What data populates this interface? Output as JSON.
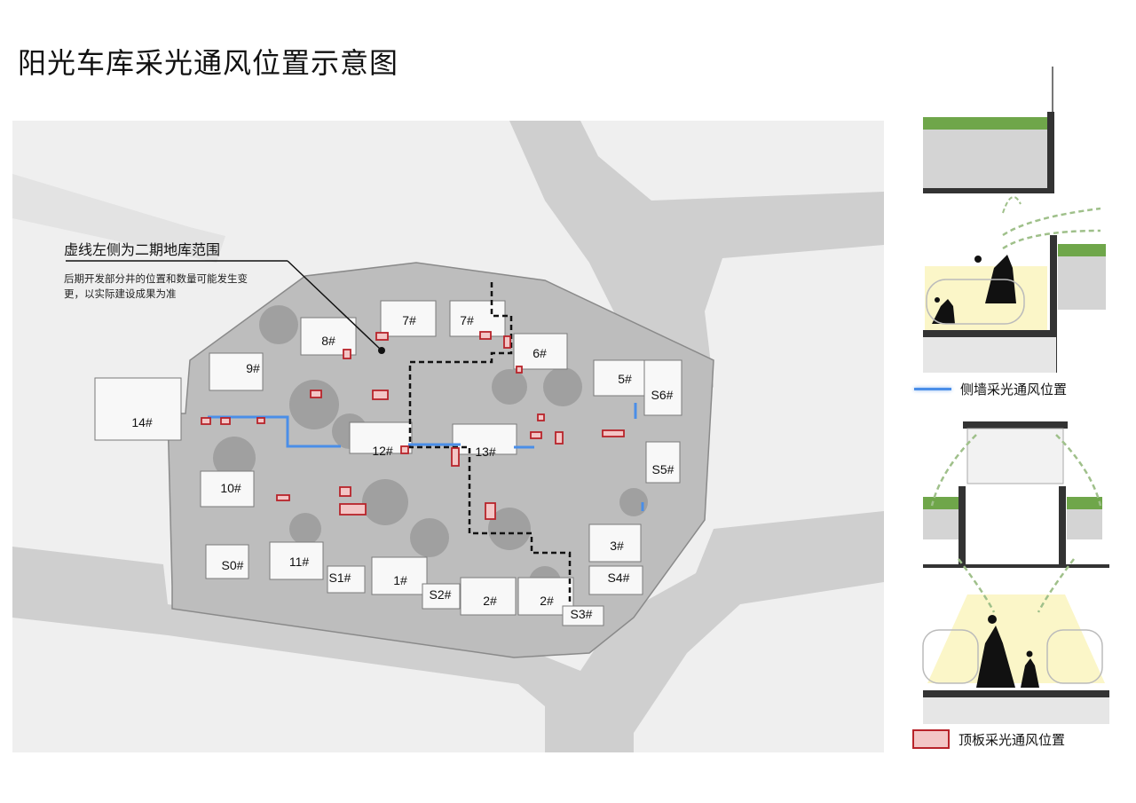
{
  "title": "阳光车库采光通风位置示意图",
  "note": {
    "title": "虚线左侧为二期地库范围",
    "body": "后期开发部分井的位置和数量可能发生变更，以实际建设成果为准"
  },
  "buildings": [
    {
      "id": "b-7a",
      "label": "7#"
    },
    {
      "id": "b-7b",
      "label": "7#"
    },
    {
      "id": "b-8",
      "label": "8#"
    },
    {
      "id": "b-6",
      "label": "6#"
    },
    {
      "id": "b-9",
      "label": "9#"
    },
    {
      "id": "b-5",
      "label": "5#"
    },
    {
      "id": "b-s6",
      "label": "S6#"
    },
    {
      "id": "b-14",
      "label": "14#"
    },
    {
      "id": "b-12",
      "label": "12#"
    },
    {
      "id": "b-13",
      "label": "13#"
    },
    {
      "id": "b-s5",
      "label": "S5#"
    },
    {
      "id": "b-10",
      "label": "10#"
    },
    {
      "id": "b-3",
      "label": "3#"
    },
    {
      "id": "b-s0",
      "label": "S0#"
    },
    {
      "id": "b-11",
      "label": "11#"
    },
    {
      "id": "b-s1",
      "label": "S1#"
    },
    {
      "id": "b-1",
      "label": "1#"
    },
    {
      "id": "b-s4",
      "label": "S4#"
    },
    {
      "id": "b-s2",
      "label": "S2#"
    },
    {
      "id": "b-2a",
      "label": "2#"
    },
    {
      "id": "b-2b",
      "label": "2#"
    },
    {
      "id": "b-s3",
      "label": "S3#"
    }
  ],
  "legend": {
    "side_wall": "侧墙采光通风位置",
    "roof_slab": "顶板采光通风位置"
  },
  "colors": {
    "side_wall_line": "#4a8ee8",
    "roof_slab_fill": "#f3c6c6",
    "roof_slab_border": "#b8232a"
  }
}
